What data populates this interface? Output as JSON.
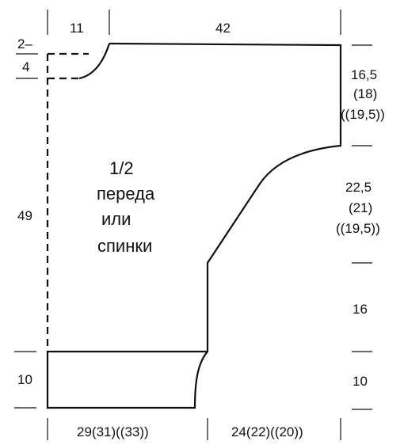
{
  "diagram": {
    "title": {
      "fraction": "1/2",
      "line1": "переда",
      "line2": "или",
      "line3": "спинки"
    },
    "top_labels": {
      "shoulder_left": "11",
      "shoulder_right": "42"
    },
    "left_labels": {
      "neck_top": "2–",
      "neck_bottom": "4",
      "body_height": "49",
      "rib_height": "10"
    },
    "right_labels": {
      "armhole_line1": "16,5",
      "armhole_line2": "(18)",
      "armhole_line3": "((19,5))",
      "raglan_line1": "22,5",
      "raglan_line2": "(21)",
      "raglan_line3": "((19,5))",
      "side_height": "16",
      "cuff_height": "10"
    },
    "bottom_labels": {
      "width_body": "29(31)((33))",
      "width_sleeve": "24(22)((20))"
    }
  }
}
